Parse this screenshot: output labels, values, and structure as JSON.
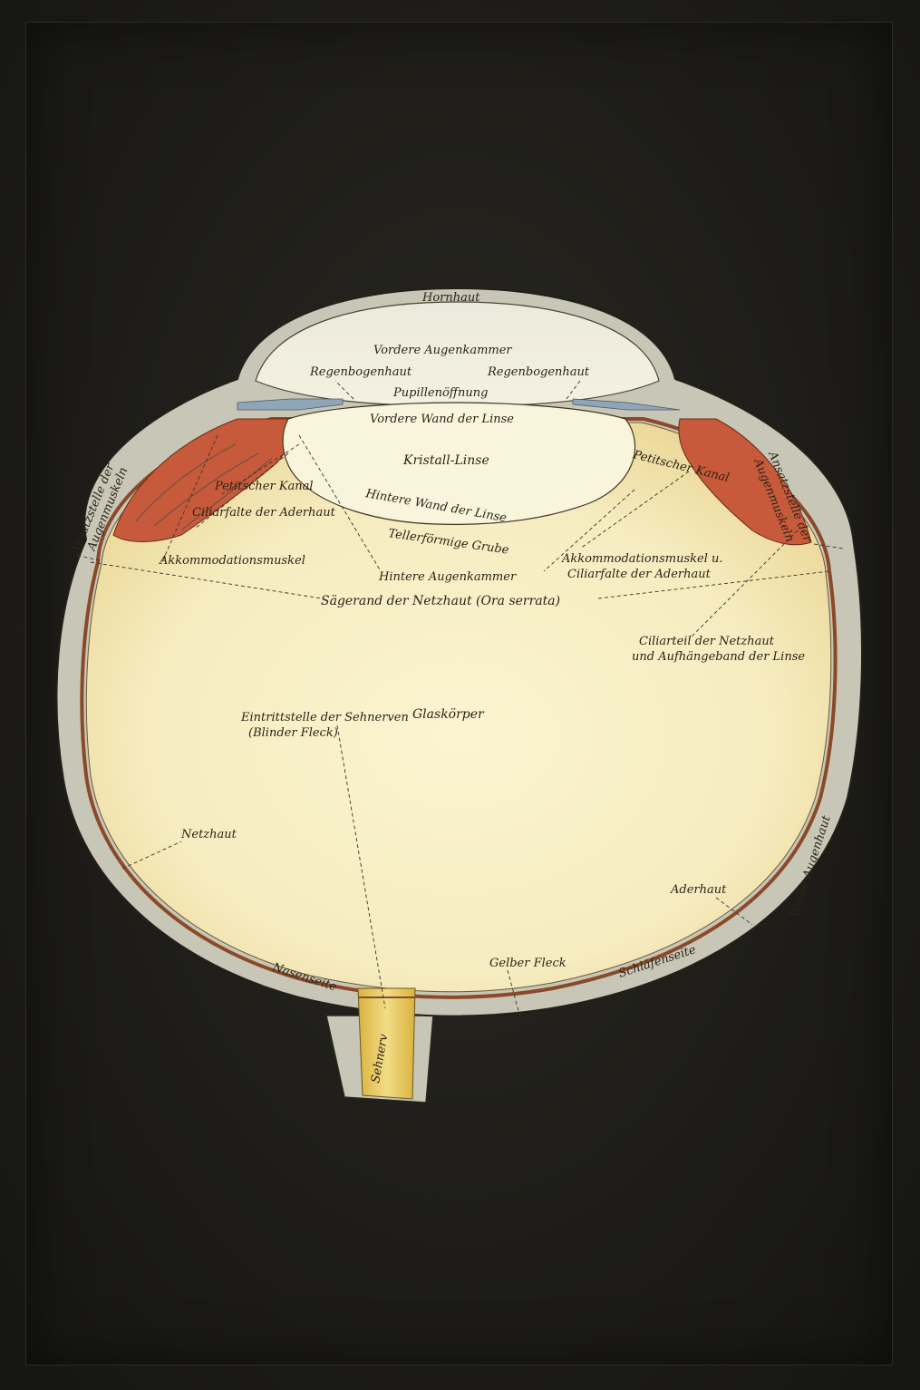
{
  "labels": {
    "hornhaut": "Hornhaut",
    "vordere_augenkammer": "Vordere Augenkammer",
    "regenbogenhaut_left": "Regenbogenhaut",
    "regenbogenhaut_right": "Regenbogenhaut",
    "pupillenoeffnung": "Pupillenöffnung",
    "vordere_wand_linse": "Vordere Wand der Linse",
    "kristall_linse": "Kristall-Linse",
    "petitscher_kanal_left": "Petitscher Kanal",
    "petitscher_kanal_right": "Petitscher Kanal",
    "hintere_wand_linse": "Hintere Wand der Linse",
    "tellerfoermige_grube": "Tellerförmige Grube",
    "ciliarfalte_left": "Ciliarfalte der Aderhaut",
    "akkommodationsmuskel_left": "Akkommodationsmuskel",
    "hintere_augenkammer": "Hintere Augenkammer",
    "akkommodationsmuskel_right_1": "Akkommodationsmuskel u.",
    "akkommodationsmuskel_right_2": "Ciliarfalte der Aderhaut",
    "saegerand": "Sägerand der Netzhaut (Ora serrata)",
    "ciliarteil_1": "Ciliarteil der Netzhaut",
    "ciliarteil_2": "und Aufhängeband der Linse",
    "ansatzstelle_left_1": "Ansatzstelle der",
    "ansatzstelle_left_2": "Augenmuskeln",
    "ansatzstelle_right_1": "Ansatzstelle der",
    "ansatzstelle_right_2": "Augenmuskeln",
    "glaskoerper": "Glaskörper",
    "netzhaut": "Netzhaut",
    "eintrittstelle_1": "Eintrittstelle der Sehnerven",
    "eintrittstelle_2": "(Blinder Fleck)",
    "aderhaut": "Aderhaut",
    "weisse_augenhaut": "Weiße Augenhaut",
    "nasenseite": "Nasenseite",
    "gelber_fleck": "Gelber Fleck",
    "schlaefenseite": "Schläfenseite",
    "sehnerv": "Sehnerv"
  },
  "colors": {
    "background": "#1c1b17",
    "sclera": "#c8c6b6",
    "vitreous": "#f7eec2",
    "anterior_chamber": "#f0ecd8",
    "choroid": "#8a4a28",
    "ciliary_muscle": "#c85a3c",
    "iris": "#8fa6b8",
    "optic_nerve": "#e8c85a",
    "retina_yellow": "#e7c766"
  }
}
